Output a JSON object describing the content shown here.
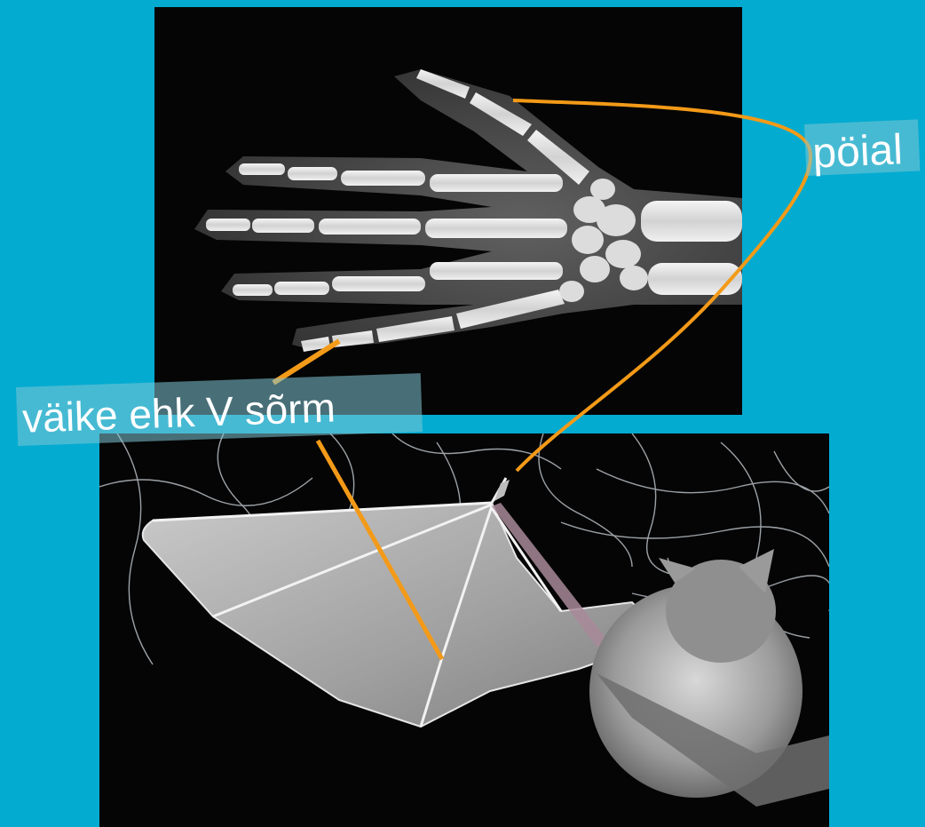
{
  "colors": {
    "background": "#04abd0",
    "callout_line": "#f39a18",
    "label_fill": "#7fc7d6",
    "label_text": "#ffffff",
    "photo_background": "#050505"
  },
  "images": {
    "hand_xray": "x-ray of human hand",
    "bat_wing": "bat with outstretched wing caught in a net"
  },
  "labels": {
    "thumb": "pöial",
    "little_finger": "väike ehk V sõrm"
  }
}
